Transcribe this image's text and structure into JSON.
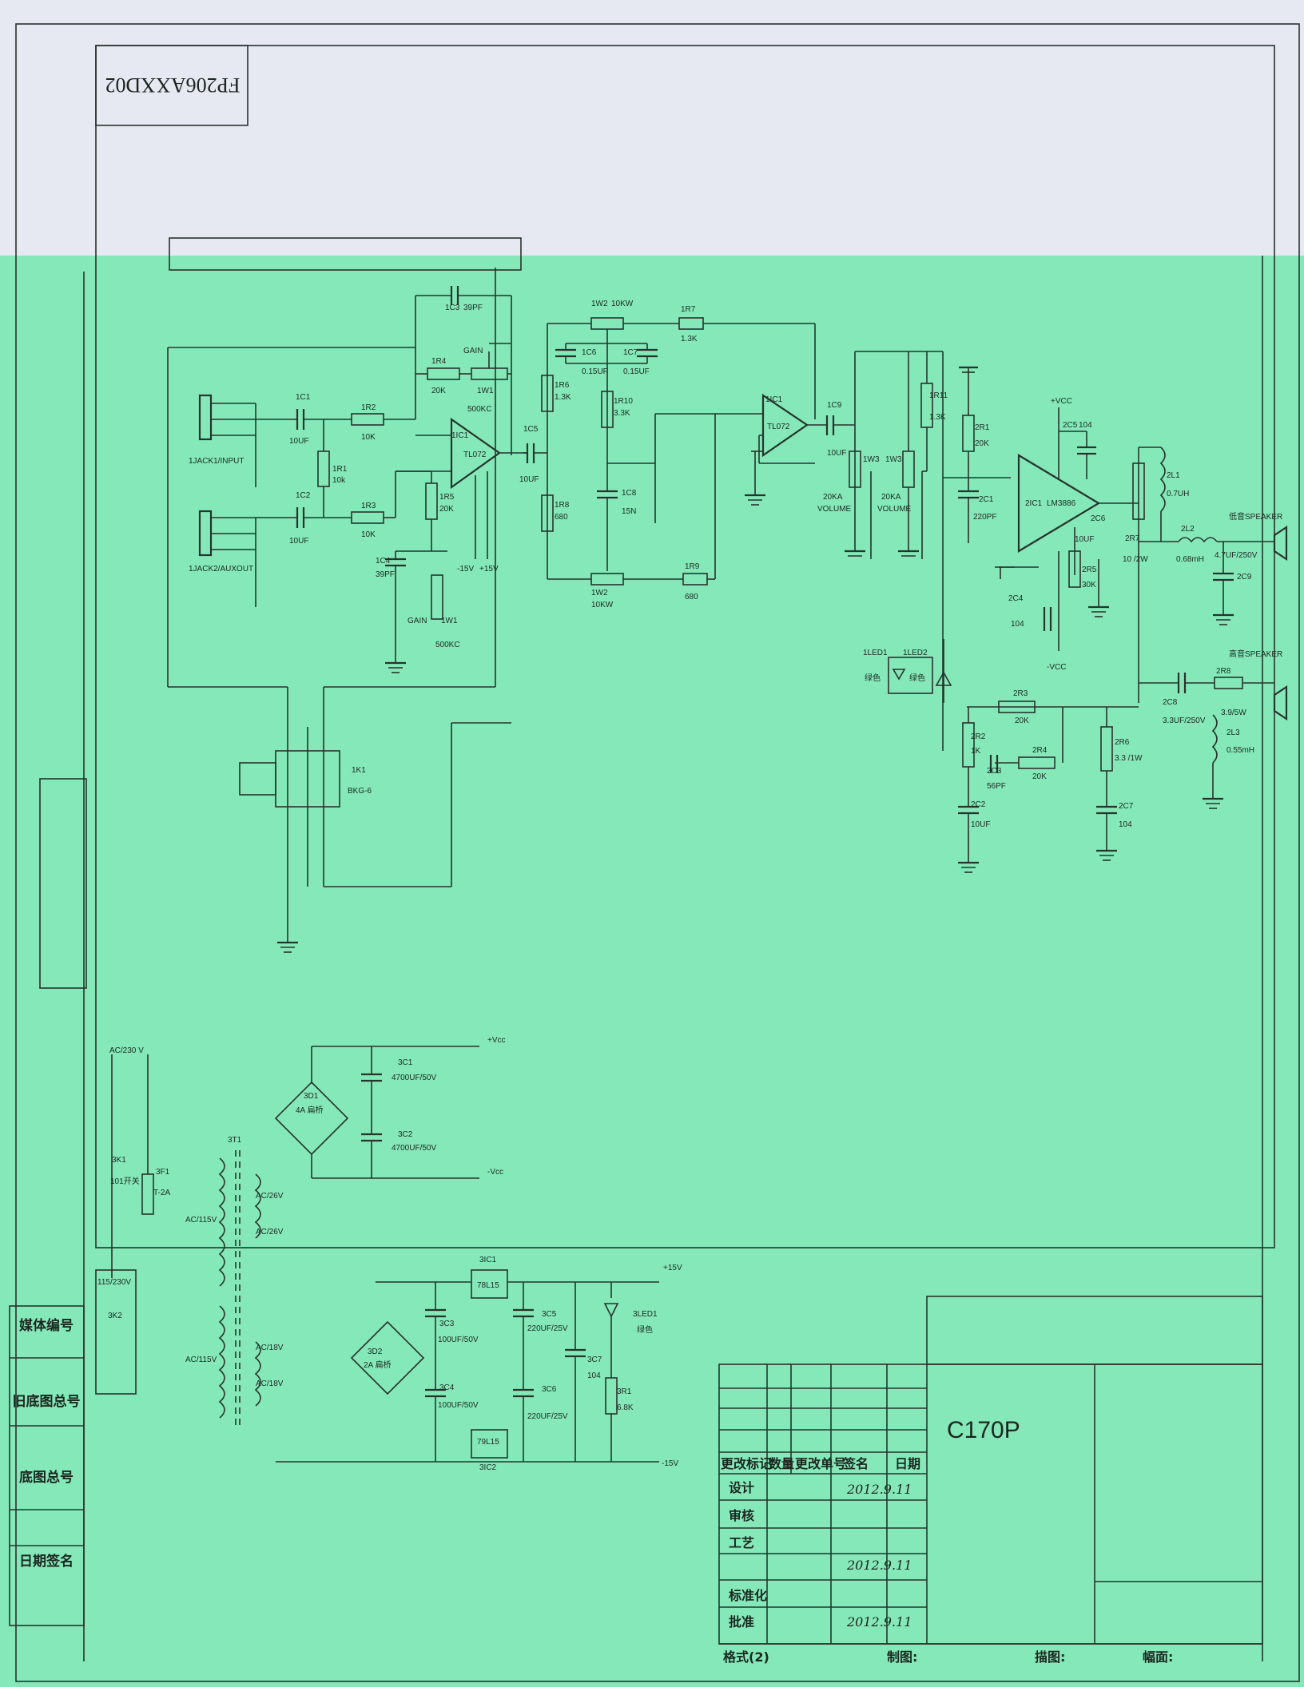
{
  "doc_number": "FP206AXXD02",
  "model": "C170P",
  "side_labels": [
    "媒体编号",
    "旧底图总号",
    "底图总号",
    "日期签名"
  ],
  "title_block": {
    "header_cols": [
      "更改标记",
      "数量",
      "更改单号",
      "签名",
      "日期"
    ],
    "rows": [
      "设计",
      "审核",
      "工艺",
      "",
      "标准化",
      "批准"
    ],
    "sign_design": "2012.9.11",
    "sign_process": "2012.9.11",
    "sign_approve": "2012.9.11",
    "footer": [
      "格式(2)",
      "制图:",
      "描图:",
      "幅面:"
    ]
  },
  "components": {
    "input_jack1": "1JACK1/INPUT",
    "input_jack2": "1JACK2/AUXOUT",
    "c1": "1C1",
    "c1v": "10UF",
    "c2": "1C2",
    "c2v": "10UF",
    "r2": "1R2",
    "r2v": "10K",
    "r1": "1R1",
    "r1v": "10k",
    "r3": "1R3",
    "r3v": "10K",
    "c3": "1C3",
    "c3v": "39PF",
    "r4": "1R4",
    "r4v": "20K",
    "gain_top": "GAIN",
    "w1_top": "1W1",
    "w1v_top": "500KC",
    "ic1a": "1IC1",
    "ic1a_type": "TL072",
    "r5": "1R5",
    "r5v": "20K",
    "c4": "1C4",
    "c4v": "39PF",
    "gain_bot": "GAIN",
    "w1_bot": "1W1",
    "w1v_bot": "500KC",
    "m15": "-15V",
    "p15": "+15V",
    "c5": "1C5",
    "c5v": "10UF",
    "w2": "1W2",
    "w2v": "10KW",
    "r7": "1R7",
    "r7v": "1.3K",
    "c6": "1C6",
    "c6v": "0.15UF",
    "c7": "1C7",
    "c7v": "0.15UF",
    "r6": "1R6",
    "r6v": "1.3K",
    "r10": "1R10",
    "r10v": "3.3K",
    "r8": "1R8",
    "r8v": "680",
    "c8": "1C8",
    "c8v": "15N",
    "w2b": "1W2",
    "w2bv": "10KW",
    "r9": "1R9",
    "r9v": "680",
    "ic1b": "1IC1",
    "ic1b_type": "TL072",
    "c9": "1C9",
    "c9v": "10UF",
    "w3a": "1W3",
    "w3av": "20KA",
    "vol_a": "VOLUME",
    "w3b": "1W3",
    "w3bv": "20KA",
    "vol_b": "VOLUME",
    "r11": "1R11",
    "r11v": "1.3K",
    "k1": "1K1",
    "k1v": "BKG-6",
    "led1": "1LED1",
    "led1c": "绿色",
    "led2": "1LED2",
    "led2c": "绿色",
    "vcc": "+VCC",
    "mvcc": "-VCC",
    "r21": "2R1",
    "r21v": "20K",
    "c5b": "2C5",
    "c5bv": "104",
    "c21": "2C1",
    "c21v": "220PF",
    "ic2": "2IC1",
    "ic2_type": "LM3886",
    "c6b": "2C6",
    "c6bv": "10UF",
    "r25": "2R5",
    "r25v": "30K",
    "c24": "2C4",
    "c24v": "104",
    "r27": "2R7",
    "r27v": "10 /2W",
    "l1": "2L1",
    "l1v": "0.7UH",
    "l2": "2L2",
    "l2v": "0.68mH",
    "c9b": "2C9",
    "c9bv": "4.7UF/250V",
    "spk_low": "低音SPEAKER",
    "spk_high": "高音SPEAKER",
    "c8b": "2C8",
    "c8bv": "3.3UF/250V",
    "r28": "2R8",
    "r28v": "3.9/5W",
    "l3": "2L3",
    "l3v": "0.55mH",
    "r23": "2R3",
    "r23v": "20K",
    "r24": "2R4",
    "r24v": "20K",
    "c3b": "2C3",
    "c3bv": "56PF",
    "r22": "2R2",
    "r22v": "1K",
    "r26": "2R6",
    "r26v": "3.3 /1W",
    "c2b": "2C2",
    "c2bv": "10UF",
    "c7b": "2C7",
    "c7bv": "104",
    "ac230": "AC/230 V",
    "k3": "3K1",
    "k3v": "101开关",
    "f1": "3F1",
    "f1v": "T-2A",
    "t1": "3T1",
    "ac115a": "AC/115V",
    "ac115b": "AC/115V",
    "ac26a": "AC/26V",
    "ac26b": "AC/26V",
    "ac18a": "AC/18V",
    "ac18b": "AC/18V",
    "sw115": "115/230V",
    "k2": "3K2",
    "d1": "3D1",
    "d1v": "4A 扁桥",
    "c31": "3C1",
    "c31v": "4700UF/50V",
    "c32": "3C2",
    "c32v": "4700UF/50V",
    "pvcc": "+Vcc",
    "nvcc": "-Vcc",
    "ic31": "3IC1",
    "ic31_type": "78L15",
    "ic32": "3IC2",
    "ic32_type": "79L15",
    "d2": "3D2",
    "d2v": "2A 扁桥",
    "c33": "3C3",
    "c33v": "100UF/50V",
    "c34": "3C4",
    "c34v": "100UF/50V",
    "c35": "3C5",
    "c35v": "220UF/25V",
    "c36": "3C6",
    "c36v": "220UF/25V",
    "c37": "3C7",
    "c37v": "104",
    "r31": "3R1",
    "r31v": "6.8K",
    "led3": "3LED1",
    "led3c": "绿色",
    "p15b": "+15V",
    "m15b": "-15V"
  }
}
